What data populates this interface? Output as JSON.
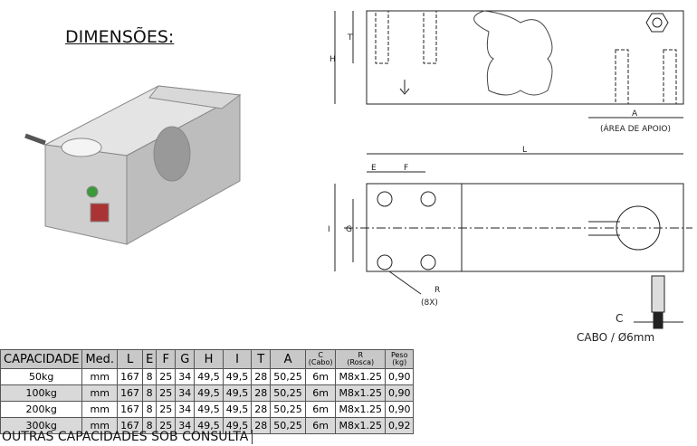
{
  "title": "DIMENSÕES:",
  "drawing_labels": {
    "H": "H",
    "T": "T",
    "A": "A",
    "area": "(ÁREA DE APOIO)",
    "L": "L",
    "E": "E",
    "F": "F",
    "I": "I",
    "G": "G",
    "R": "R",
    "r8x": "(8X)",
    "C": "C",
    "cabo": "CABO / Ø6mm"
  },
  "table": {
    "headers": [
      "CAPACIDADE",
      "Med.",
      "L",
      "E",
      "F",
      "G",
      "H",
      "I",
      "T",
      "A"
    ],
    "header_c": [
      "C",
      "(Cabo)"
    ],
    "header_r": [
      "R",
      "(Rosca)"
    ],
    "header_peso": [
      "Peso",
      "(kg)"
    ],
    "rows": [
      [
        "50kg",
        "mm",
        "167",
        "8",
        "25",
        "34",
        "49,5",
        "49,5",
        "28",
        "50,25",
        "6m",
        "M8x1.25",
        "0,90"
      ],
      [
        "100kg",
        "mm",
        "167",
        "8",
        "25",
        "34",
        "49,5",
        "49,5",
        "28",
        "50,25",
        "6m",
        "M8x1.25",
        "0,90"
      ],
      [
        "200kg",
        "mm",
        "167",
        "8",
        "25",
        "34",
        "49,5",
        "49,5",
        "28",
        "50,25",
        "6m",
        "M8x1.25",
        "0,90"
      ],
      [
        "300kg",
        "mm",
        "167",
        "8",
        "25",
        "34",
        "49,5",
        "49,5",
        "28",
        "50,25",
        "6m",
        "M8x1.25",
        "0,92"
      ]
    ]
  },
  "footer": "OUTRAS CAPACIDADES SOB CONSULTA"
}
